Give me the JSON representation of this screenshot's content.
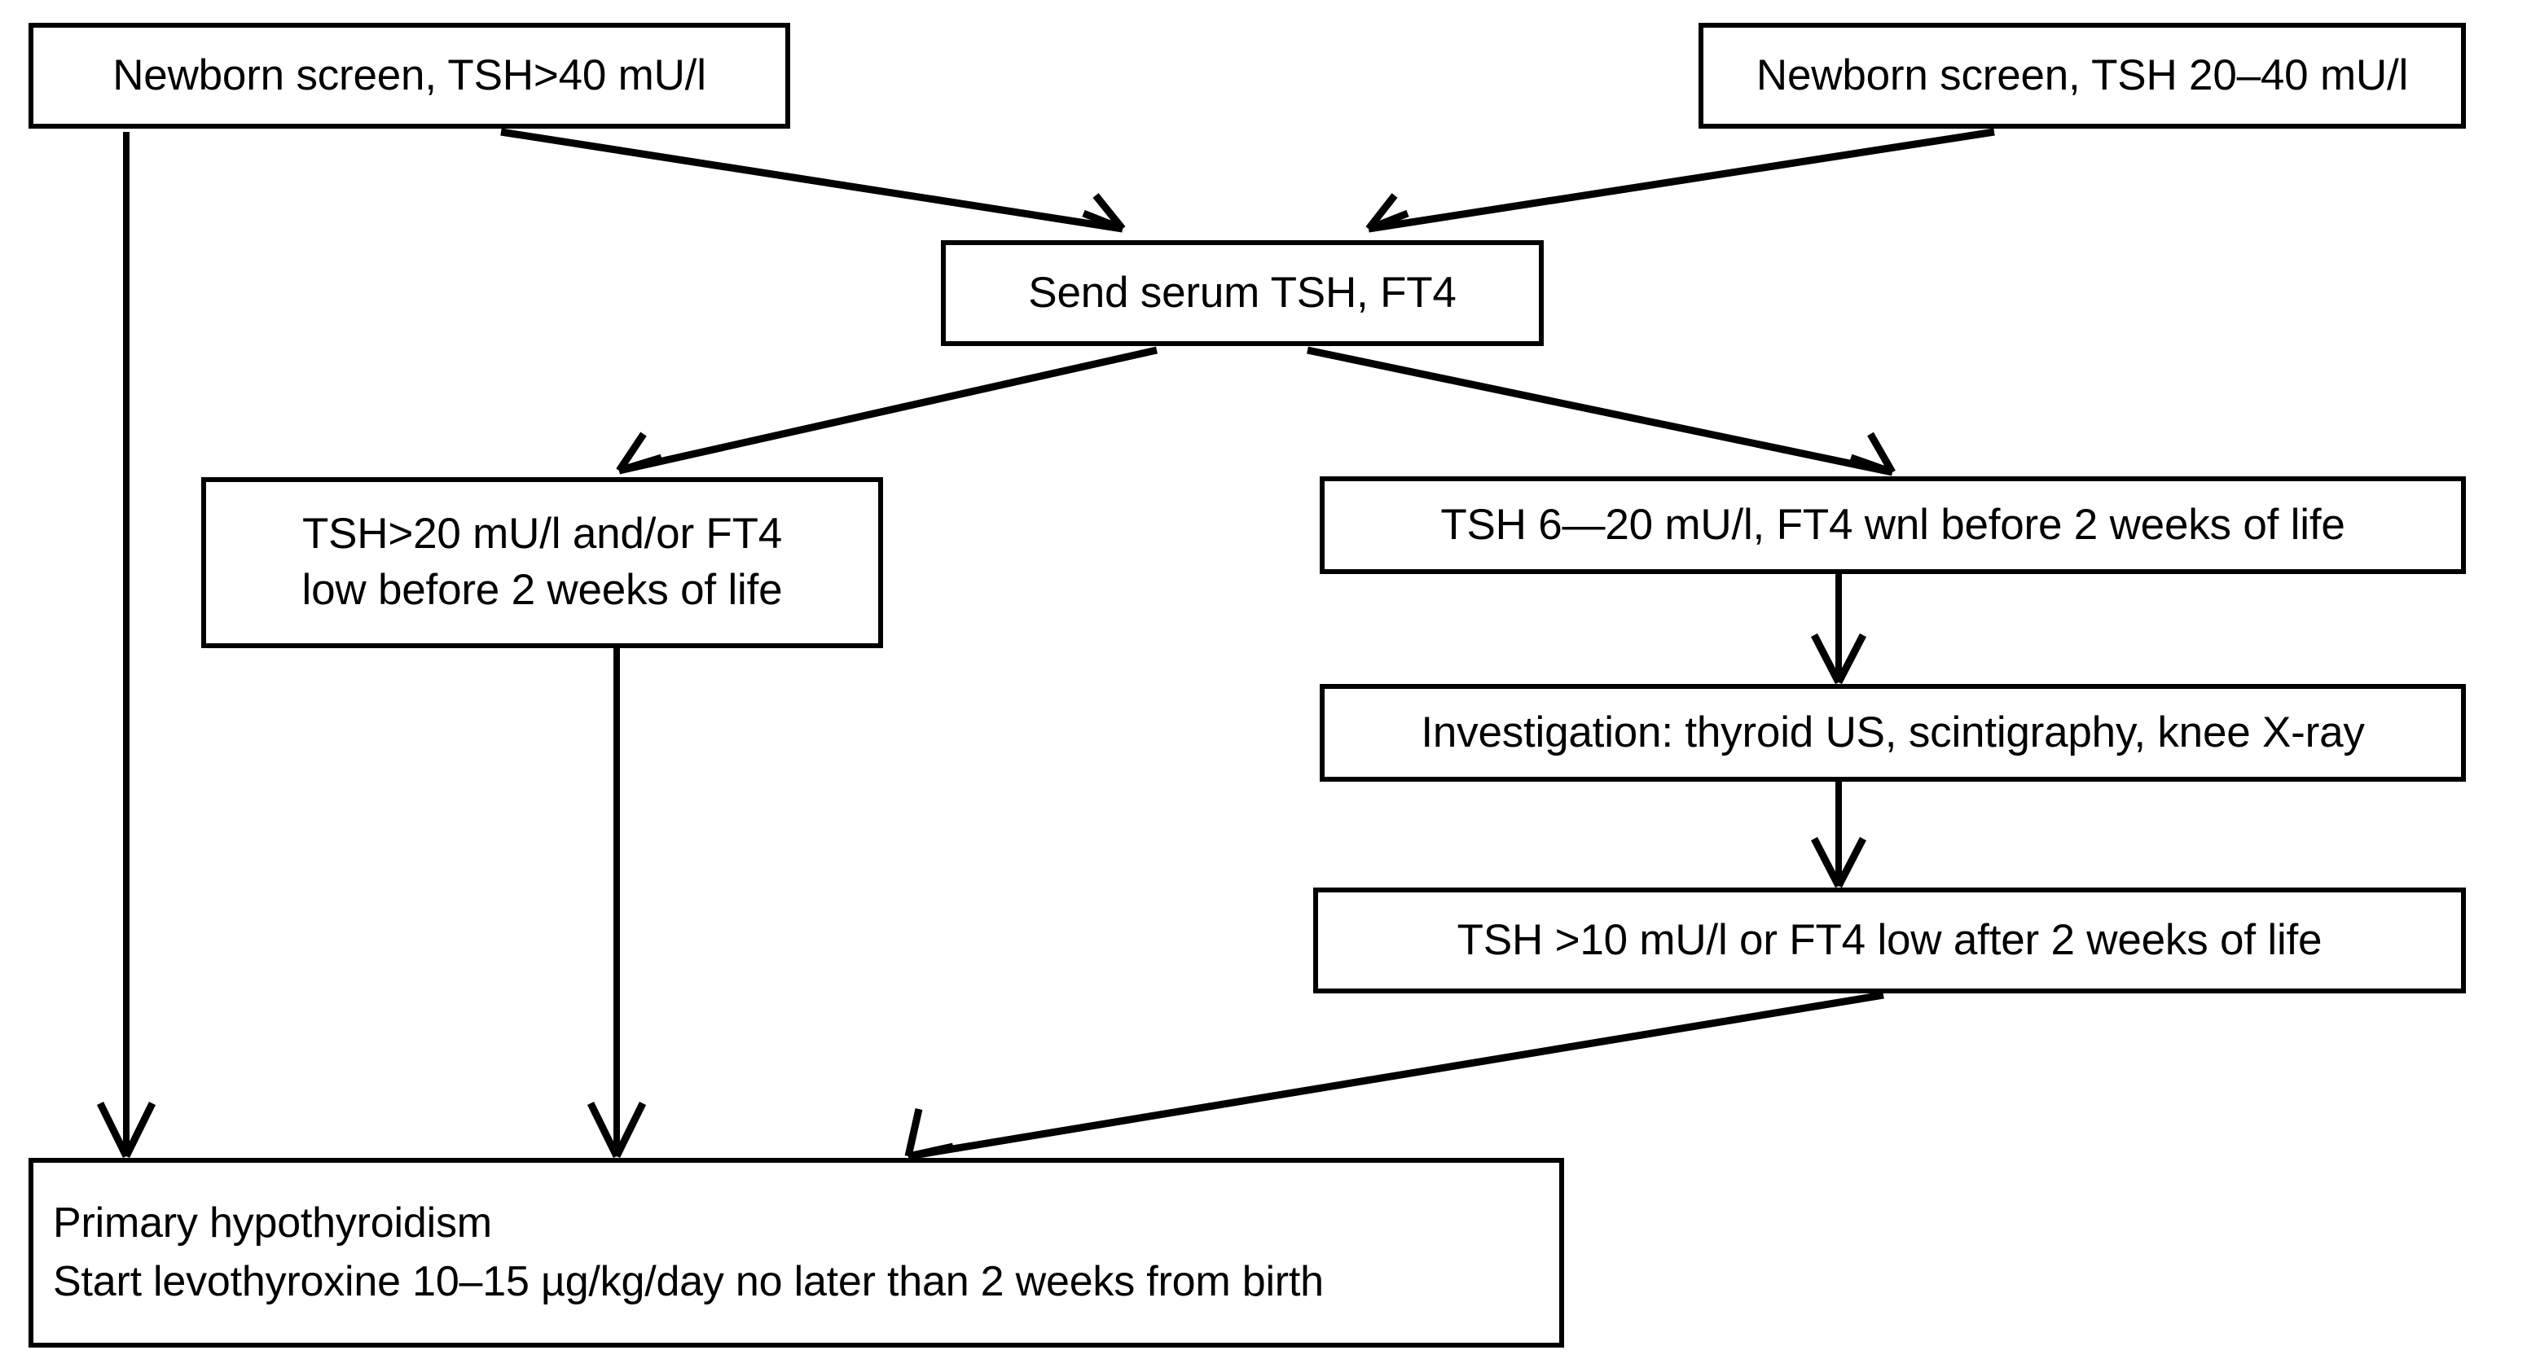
{
  "diagram": {
    "title": "Congenital hypothyroidism newborn screening algorithm",
    "stroke_color": "#000000",
    "background_color": "#ffffff",
    "nodes": {
      "screen_high": "Newborn screen, TSH>40 mU/l",
      "screen_mid": "Newborn screen, TSH 20–40 mU/l",
      "send_serum": "Send serum TSH, FT4",
      "tsh20_ft4_low": "TSH>20 mU/l and/or FT4\nlow before 2 weeks of life",
      "tsh6_20": "TSH 6—20 mU/l, FT4 wnl before 2 weeks of life",
      "investigation": "Investigation: thyroid US, scintigraphy, knee X-ray",
      "tsh10_after": "TSH >10 mU/l or FT4 low after 2 weeks of life",
      "primary_hypothyroidism": "Primary hypothyroidism\nStart levothyroxine 10–15 µg/kg/day no later than 2 weeks from birth"
    },
    "edges": [
      {
        "name": "screen-high-to-send-serum",
        "from": "screen_high",
        "to": "send_serum"
      },
      {
        "name": "screen-high-to-primary-hypothyroidism",
        "from": "screen_high",
        "to": "primary_hypothyroidism"
      },
      {
        "name": "screen-mid-to-send-serum",
        "from": "screen_mid",
        "to": "send_serum"
      },
      {
        "name": "send-serum-to-tsh20-ft4-low",
        "from": "send_serum",
        "to": "tsh20_ft4_low"
      },
      {
        "name": "send-serum-to-tsh6-20",
        "from": "send_serum",
        "to": "tsh6_20"
      },
      {
        "name": "tsh20-ft4-low-to-primary-hypothyroidism",
        "from": "tsh20_ft4_low",
        "to": "primary_hypothyroidism"
      },
      {
        "name": "tsh6-20-to-investigation",
        "from": "tsh6_20",
        "to": "investigation"
      },
      {
        "name": "investigation-to-tsh10-after",
        "from": "investigation",
        "to": "tsh10_after"
      },
      {
        "name": "tsh10-after-to-primary-hypothyroidism",
        "from": "tsh10_after",
        "to": "primary_hypothyroidism"
      }
    ]
  }
}
